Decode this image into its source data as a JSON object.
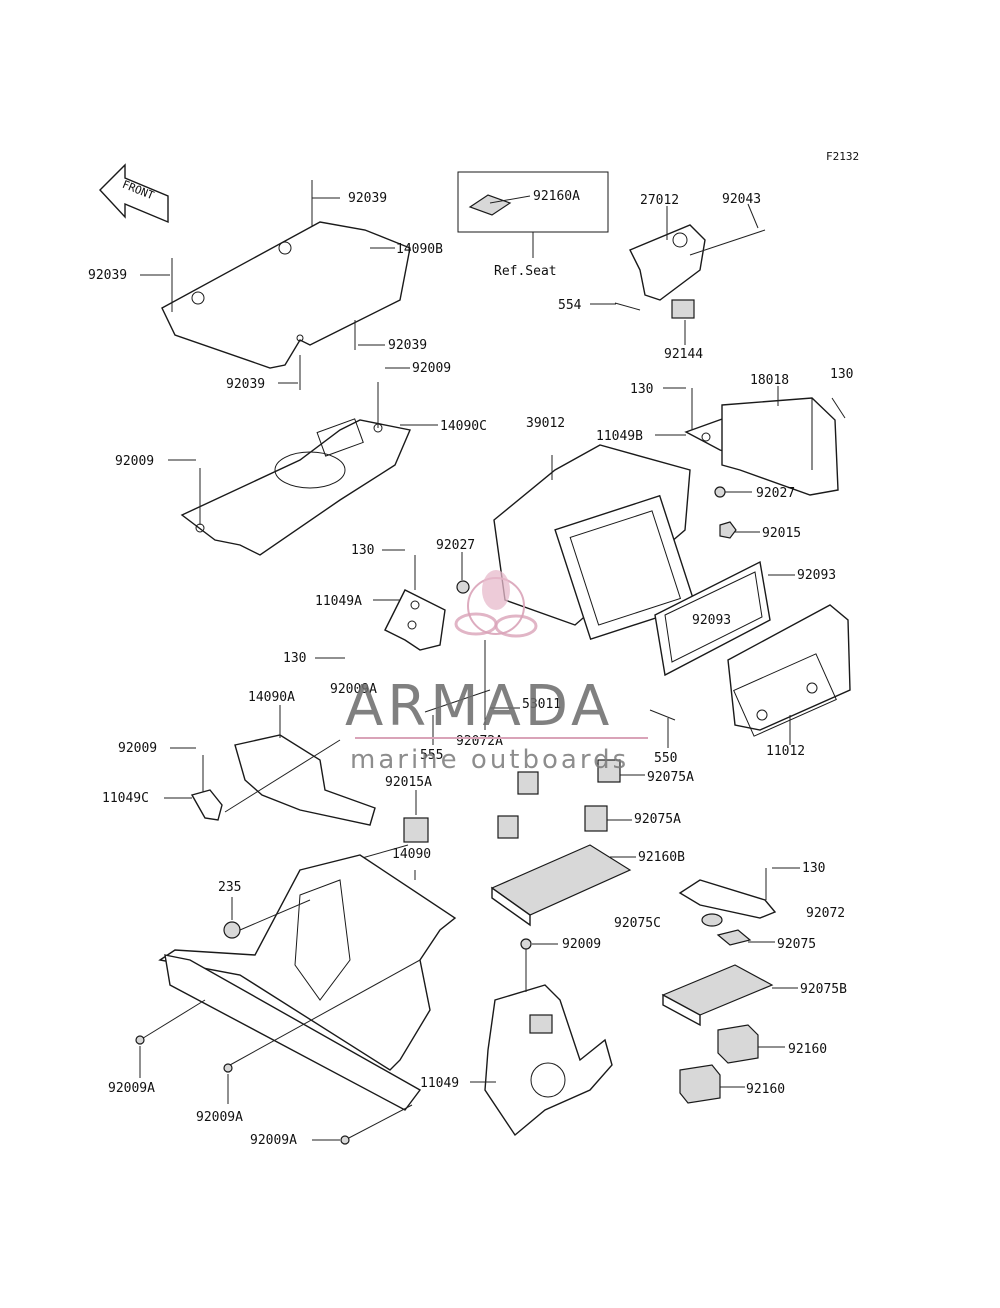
{
  "diagram_code": "F2132",
  "front_arrow_label": "FRONT",
  "ref_seat_label": "Ref.Seat",
  "labels": {
    "l92039a": "92039",
    "l14090b": "14090B",
    "l92039b": "92039",
    "l92039c": "92039",
    "l92039d": "92039",
    "l92160a": "92160A",
    "l27012": "27012",
    "l92043": "92043",
    "l554": "554",
    "l92144": "92144",
    "l92009a": "92009",
    "l14090c": "14090C",
    "l92009b": "92009",
    "l130a": "130",
    "l18018": "18018",
    "l130b": "130",
    "l11049b": "11049B",
    "l39012": "39012",
    "l92027a": "92027",
    "l92015": "92015",
    "l130c": "130",
    "l92027b": "92027",
    "l92093a": "92093",
    "l11049a": "11049A",
    "l92093b": "92093",
    "l130d": "130",
    "l92009A_a": "92009A",
    "l14090a": "14090A",
    "l53011": "53011",
    "l92009c": "92009",
    "l555": "555",
    "l92072a": "92072A",
    "l550": "550",
    "l11012": "11012",
    "l11049c": "11049C",
    "l92015a": "92015A",
    "l92075a1": "92075A",
    "l92075a2": "92075A",
    "l14090": "14090",
    "l92160b": "92160B",
    "l235": "235",
    "l130e": "130",
    "l92075c": "92075C",
    "l92072": "92072",
    "l92009d": "92009",
    "l92075": "92075",
    "l92075b": "92075B",
    "l92009A_b": "92009A",
    "l92160a_b": "92160",
    "l11049": "11049",
    "l92009A_c": "92009A",
    "l92160b_b": "92160",
    "l92009A_d": "92009A"
  },
  "watermark": {
    "title": "ARMADA",
    "subtitle": "marine outboards",
    "accent_color": "#d9a3b8"
  }
}
